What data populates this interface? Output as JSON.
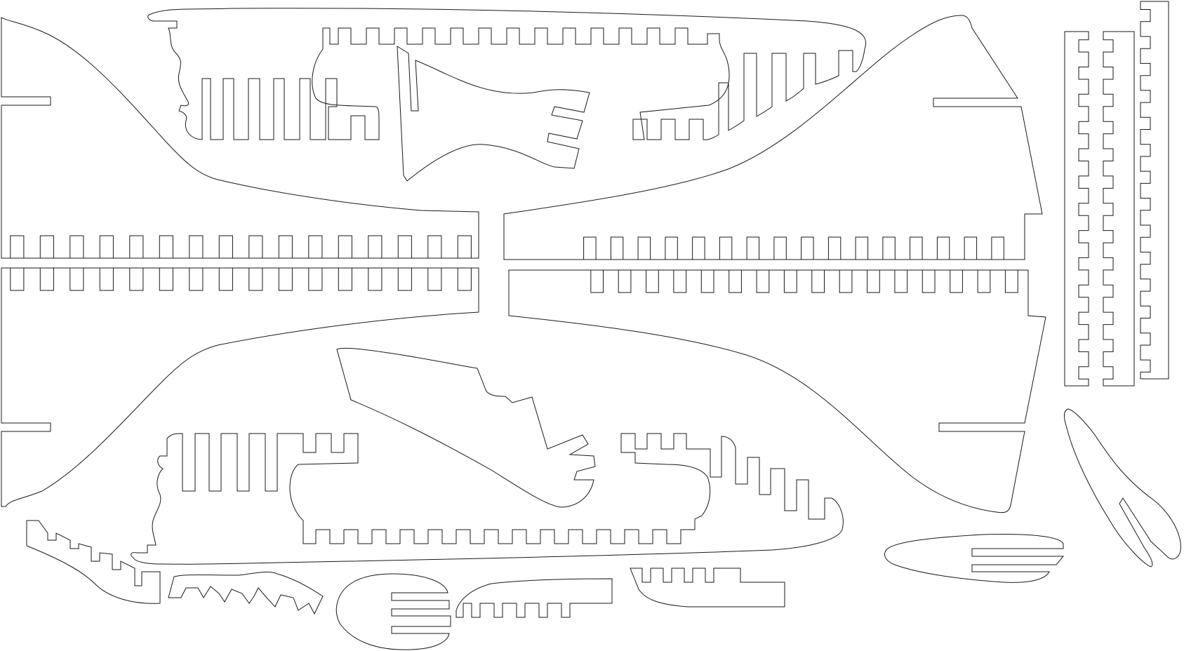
{
  "drawing": {
    "stroke_color": "#1a1a1a",
    "background_color": "#ffffff",
    "parts": [
      {
        "id": "fuselage-left-upper",
        "comb_teeth": 16
      },
      {
        "id": "fuselage-left-lower",
        "comb_teeth": 16
      },
      {
        "id": "fuselage-right-upper",
        "comb_teeth": 16
      },
      {
        "id": "fuselage-right-lower",
        "comb_teeth": 16
      },
      {
        "id": "top-bulkhead",
        "comb_teeth": 14
      },
      {
        "id": "bottom-bulkhead",
        "comb_teeth": 13
      },
      {
        "id": "strip-left",
        "comb_teeth": 13
      },
      {
        "id": "strip-middle",
        "comb_teeth": 13
      },
      {
        "id": "strip-right",
        "comb_teeth": 14
      }
    ]
  }
}
